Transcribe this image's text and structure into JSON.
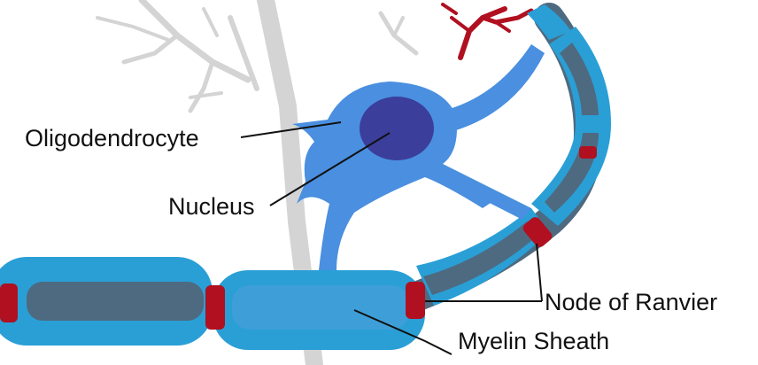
{
  "labels": {
    "oligodendrocyte": "Oligodendrocyte",
    "nucleus": "Nucleus",
    "node_of_ranvier": "Node of Ranvier",
    "myelin_sheath": "Myelin Sheath"
  },
  "colors": {
    "background": "#ffffff",
    "myelin": "#2a9fd6",
    "myelin_light": "#7fd0ef",
    "oligodendrocyte_body": "#4a8fe0",
    "nucleus": "#3b3e9a",
    "axon": "#4e6a80",
    "node": "#b01020",
    "background_neuron": "#d4d4d4",
    "label_text": "#111111",
    "leader_line": "#111111"
  }
}
